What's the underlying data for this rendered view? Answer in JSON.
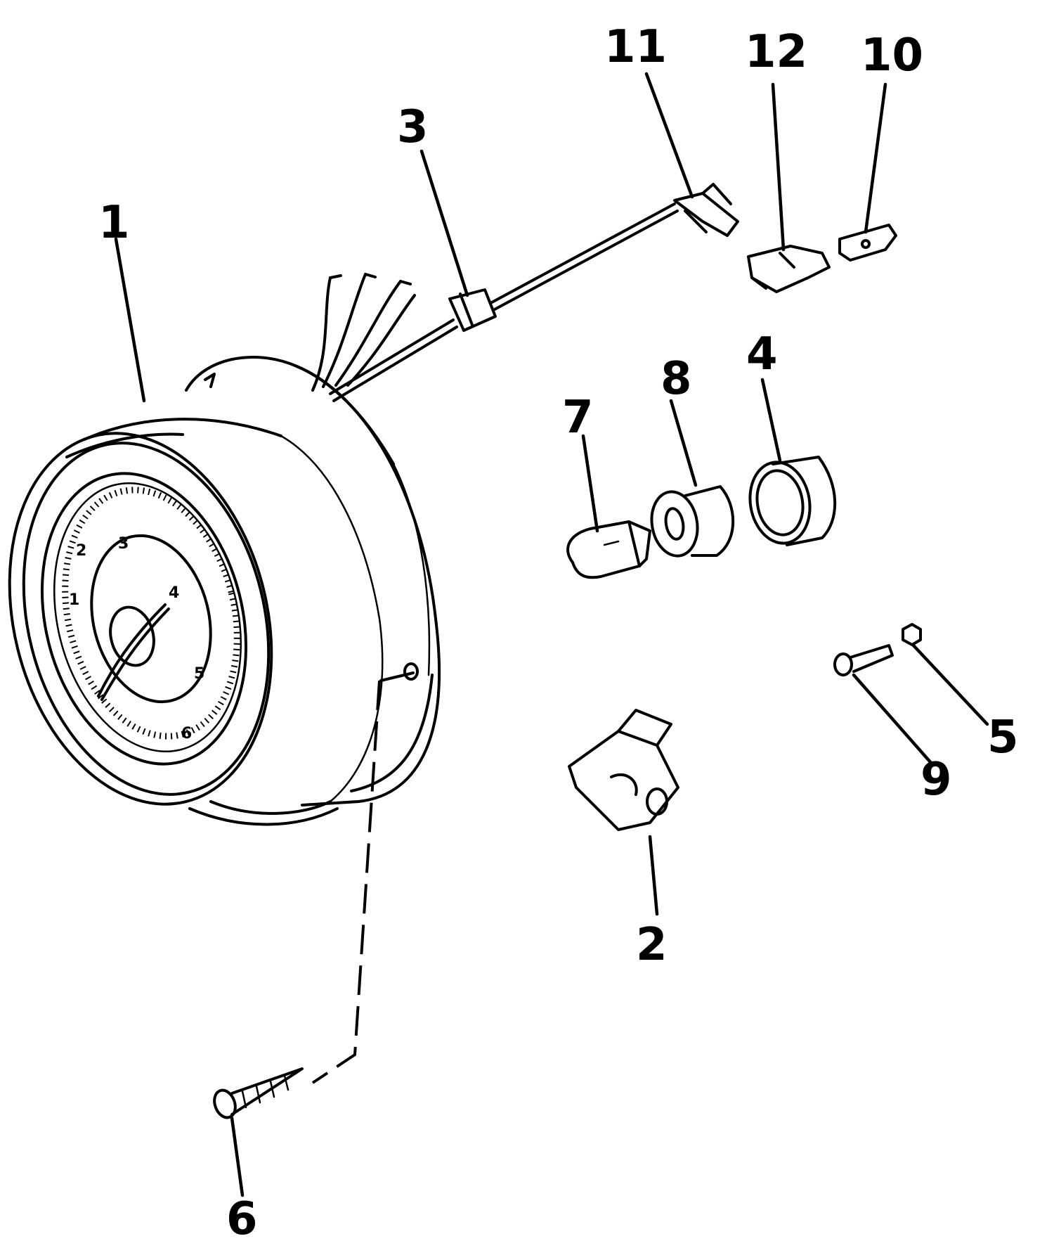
{
  "callouts": {
    "1": "1",
    "2": "2",
    "3": "3",
    "4": "4",
    "5": "5",
    "6": "6",
    "7": "7",
    "8": "8",
    "9": "9",
    "10": "10",
    "11": "11",
    "12": "12"
  },
  "dial_numbers": [
    "1",
    "2",
    "3",
    "4",
    "5",
    "6"
  ]
}
